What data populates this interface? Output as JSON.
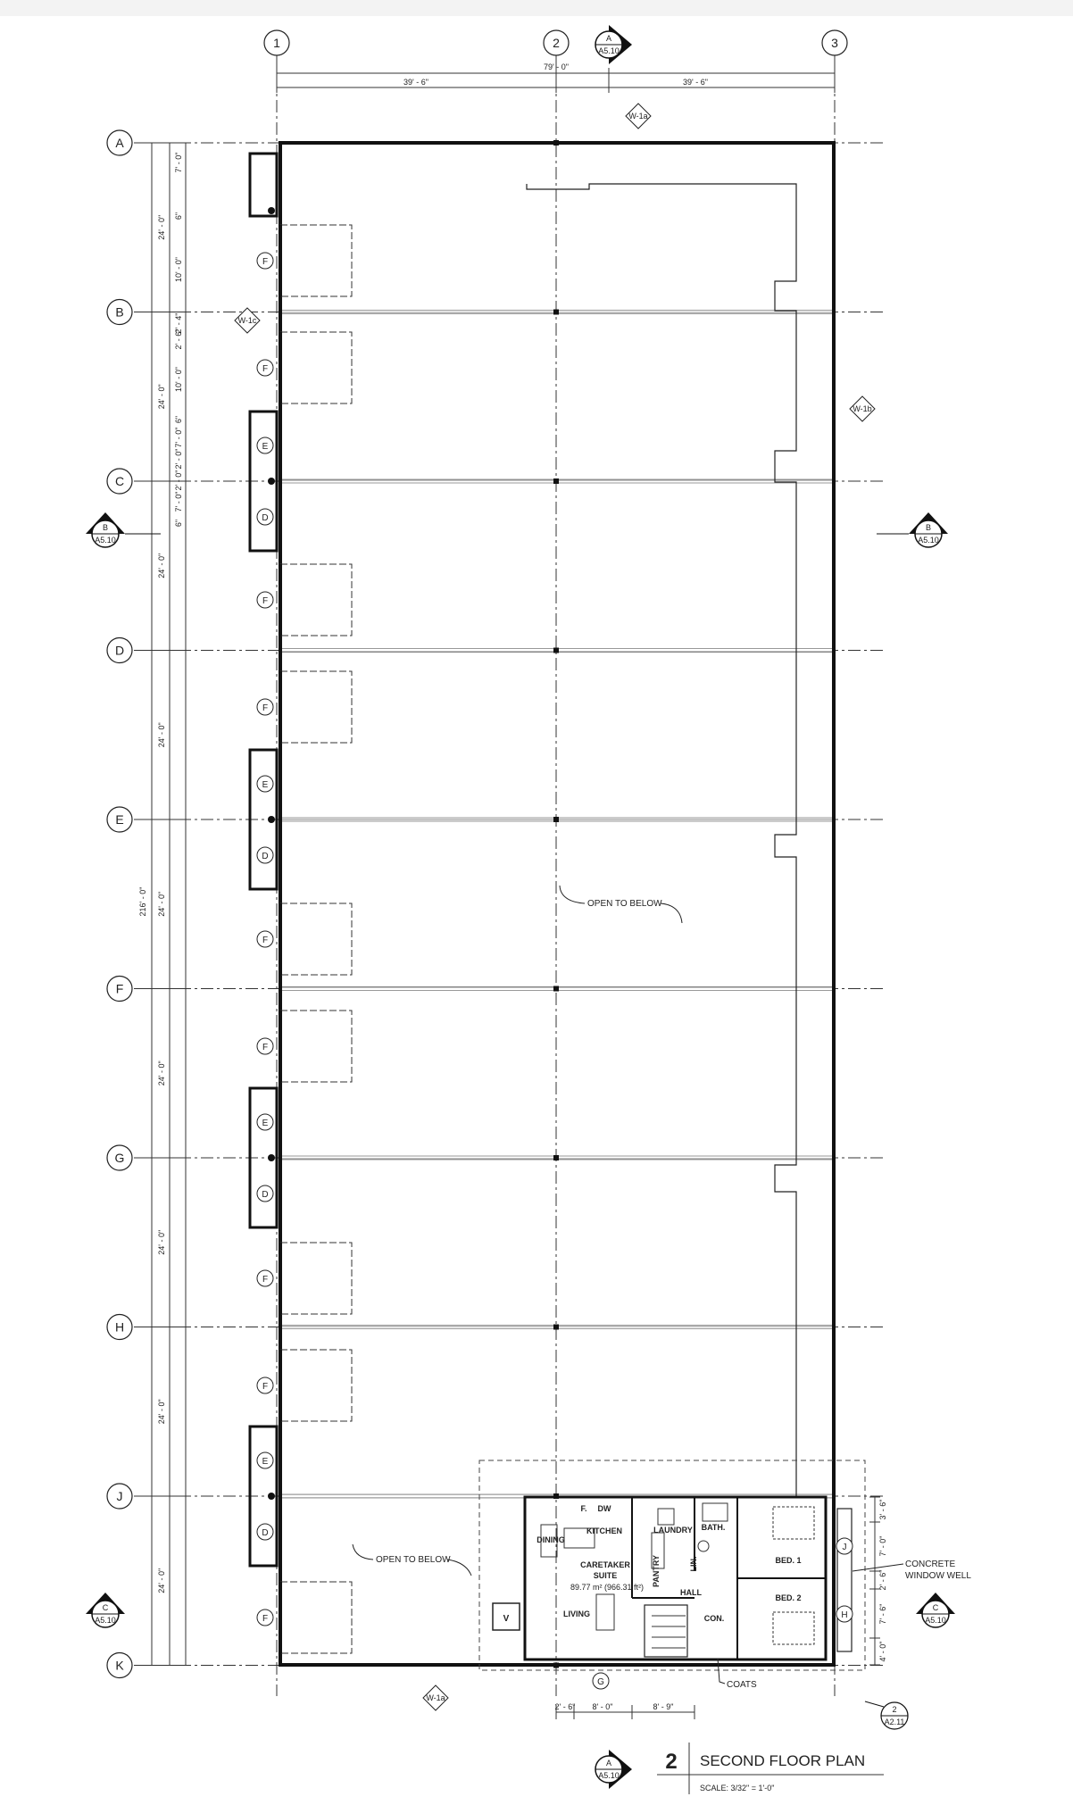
{
  "title_block": {
    "number": "2",
    "title": "SECOND FLOOR PLAN",
    "scale": "SCALE: 3/32\" = 1'-0\""
  },
  "grid": {
    "columns": [
      "1",
      "2",
      "3"
    ],
    "rows": [
      "A",
      "B",
      "C",
      "D",
      "E",
      "F",
      "G",
      "H",
      "J",
      "K"
    ]
  },
  "dimensions": {
    "top_total": "79' - 0\"",
    "top_left": "39' - 6\"",
    "top_right": "39' - 6\"",
    "left_total": "216' - 0\"",
    "bays": [
      "24' - 0\"",
      "24' - 0\"",
      "24' - 0\"",
      "24' - 0\"",
      "24' - 0\"",
      "24' - 0\"",
      "24' - 0\"",
      "24' - 0\"",
      "24' - 0\""
    ],
    "sub_a": [
      "7' - 0\"",
      "6\"",
      "10' - 0\"",
      "2' - 4\""
    ],
    "sub_b": [
      "2' - 6\"",
      "10' - 0\"",
      "6\""
    ],
    "sub_c": [
      "7' - 0\"",
      "2' - 0\"",
      "2' - 0\"",
      "7' - 0\"",
      "6\""
    ],
    "bottom": [
      "2' - 6\"",
      "8' - 0\"",
      "8' - 9\""
    ],
    "right": [
      "3' - 6\"",
      "7' - 0\"",
      "2' - 6\"",
      "7' - 6\"",
      "4' - 0\""
    ]
  },
  "tags": {
    "wall_w1a": "W-1a",
    "wall_w1b": "W-1b",
    "wall_w1c": "W-1c",
    "section_a": "A",
    "section_b": "B",
    "section_c": "C",
    "sheet": "A5.10",
    "detail_num": "2",
    "detail_sheet": "A2.11",
    "door_f": "F",
    "door_e": "E",
    "door_d": "D",
    "door_g": "G",
    "door_h": "H",
    "door_j": "J"
  },
  "labels": {
    "open_to_below_1": "OPEN TO BELOW",
    "open_to_below_2": "OPEN TO BELOW",
    "kitchen": "KITCHEN",
    "laundry": "LAUNDRY",
    "bath": "BATH.",
    "dining": "DINING",
    "caretaker": "CARETAKER",
    "suite": "SUITE",
    "area": "89.77 m² (966.31 ft²)",
    "pantry": "PANTRY",
    "hall": "HALL",
    "living": "LIVING",
    "bed1": "BED. 1",
    "bed2": "BED. 2",
    "coats": "COATS",
    "concrete": "CONCRETE",
    "window_well": "WINDOW WELL",
    "fridge": "F.",
    "dw": "DW",
    "lin": "LIN.",
    "con": "CON.",
    "v": "V"
  }
}
